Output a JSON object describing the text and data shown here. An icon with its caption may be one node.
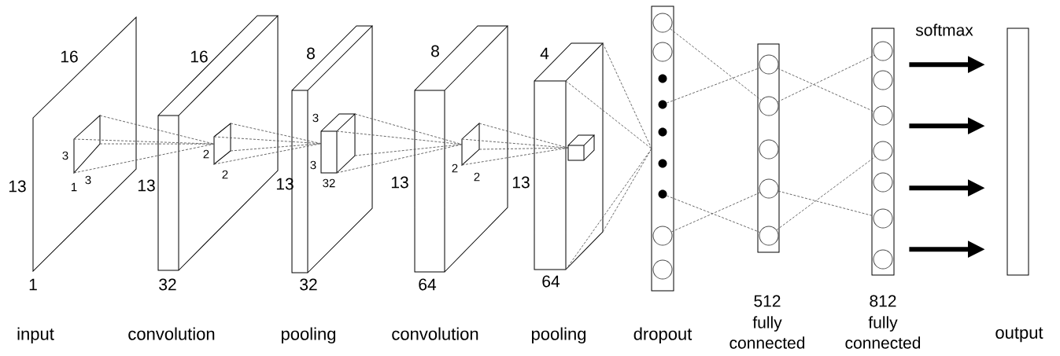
{
  "diagram": {
    "nodes": [
      {
        "text": [],
        "shape": "plane",
        "beside": [
          "input"
        ]
      },
      {
        "text": [],
        "shape": "plane",
        "in": 0
      },
      {
        "text": [],
        "shape": "box",
        "beside": [
          "convolution"
        ]
      },
      {
        "text": [],
        "shape": "plane",
        "in": 2
      },
      {
        "text": [],
        "shape": "box",
        "beside": [
          "pooling"
        ]
      },
      {
        "text": [],
        "shape": "box",
        "in": 4
      },
      {
        "text": [],
        "shape": "box",
        "beside": [
          "convolution"
        ]
      },
      {
        "text": [],
        "shape": "plane",
        "in": 6
      },
      {
        "text": [],
        "shape": "box",
        "beside": [
          "pooling"
        ]
      },
      {
        "text": [],
        "shape": "box",
        "in": 8
      },
      {
        "text": [],
        "shape": "box",
        "beside": [
          "dropout"
        ]
      },
      {
        "text": [],
        "shape": "circle",
        "in": 10
      },
      {
        "text": [],
        "shape": "circle",
        "in": 10
      },
      {
        "text": [],
        "shape": "dot",
        "in": 10
      },
      {
        "text": [],
        "shape": "dot",
        "in": 10
      },
      {
        "text": [],
        "shape": "dot",
        "in": 10
      },
      {
        "text": [],
        "shape": "dot",
        "in": 10
      },
      {
        "text": [],
        "shape": "dot",
        "in": 10
      },
      {
        "text": [],
        "shape": "circle",
        "in": 10
      },
      {
        "text": [],
        "shape": "circle",
        "in": 10
      },
      {
        "text": [],
        "shape": "box"
      },
      {
        "text": [],
        "shape": "circle",
        "in": 20
      },
      {
        "text": [],
        "shape": "circle",
        "in": 20
      },
      {
        "text": [],
        "shape": "circle",
        "in": 20
      },
      {
        "text": [],
        "shape": "circle",
        "in": 20
      },
      {
        "text": [],
        "shape": "circle",
        "in": 20
      },
      {
        "text": [],
        "shape": "box"
      },
      {
        "text": [],
        "shape": "circle",
        "in": 26
      },
      {
        "text": [],
        "shape": "circle",
        "in": 26
      },
      {
        "text": [],
        "shape": "circle",
        "in": 26
      },
      {
        "text": [],
        "shape": "circle",
        "in": 26
      },
      {
        "text": [],
        "shape": "circle",
        "in": 26
      },
      {
        "text": [],
        "shape": "circle",
        "in": 26
      },
      {
        "text": [],
        "shape": "circle",
        "in": 26
      },
      {
        "text": [],
        "shape": "box",
        "beside": [
          "output"
        ]
      }
    ],
    "edges": [
      {
        "from": 1,
        "to": 3,
        "arrow": "none",
        "style": "dashed"
      },
      {
        "from": 3,
        "to": 5,
        "arrow": "none",
        "style": "dashed"
      },
      {
        "from": 5,
        "to": 7,
        "arrow": "none",
        "style": "dashed"
      },
      {
        "from": 7,
        "to": 9,
        "arrow": "none",
        "style": "dashed"
      },
      {
        "from": 8,
        "to": 10,
        "arrow": "none",
        "style": "dashed"
      },
      {
        "from": 11,
        "to": 22,
        "arrow": "none",
        "style": "dashed"
      },
      {
        "from": 14,
        "to": 21,
        "arrow": "none",
        "style": "dashed"
      },
      {
        "from": 17,
        "to": 25,
        "arrow": "none",
        "style": "dashed"
      },
      {
        "from": 18,
        "to": 24,
        "arrow": "none",
        "style": "dashed"
      },
      {
        "from": 21,
        "to": 29,
        "arrow": "none",
        "style": "dashed"
      },
      {
        "from": 22,
        "to": 27,
        "arrow": "none",
        "style": "dashed"
      },
      {
        "from": 24,
        "to": 32,
        "arrow": "none",
        "style": "dashed"
      },
      {
        "from": 25,
        "to": 30,
        "arrow": "none",
        "style": "dashed"
      },
      {
        "from": 26,
        "to": 34,
        "arrow": "to",
        "style": "thick"
      },
      {
        "from": 26,
        "to": 34,
        "arrow": "to",
        "style": "thick"
      },
      {
        "from": 26,
        "to": 34,
        "arrow": "to",
        "style": "thick"
      },
      {
        "from": 26,
        "to": 34,
        "arrow": "to",
        "style": "thick"
      }
    ],
    "labels": [
      "16",
      "13",
      "1",
      "3",
      "3",
      "1",
      "16",
      "13",
      "32",
      "2",
      "2",
      "13",
      "8",
      "32",
      "3",
      "3",
      "32",
      "8",
      "13",
      "2",
      "2",
      "64",
      "13",
      "4",
      "64",
      "512",
      "fully connected",
      "812",
      "fully connected",
      "softmax"
    ]
  }
}
